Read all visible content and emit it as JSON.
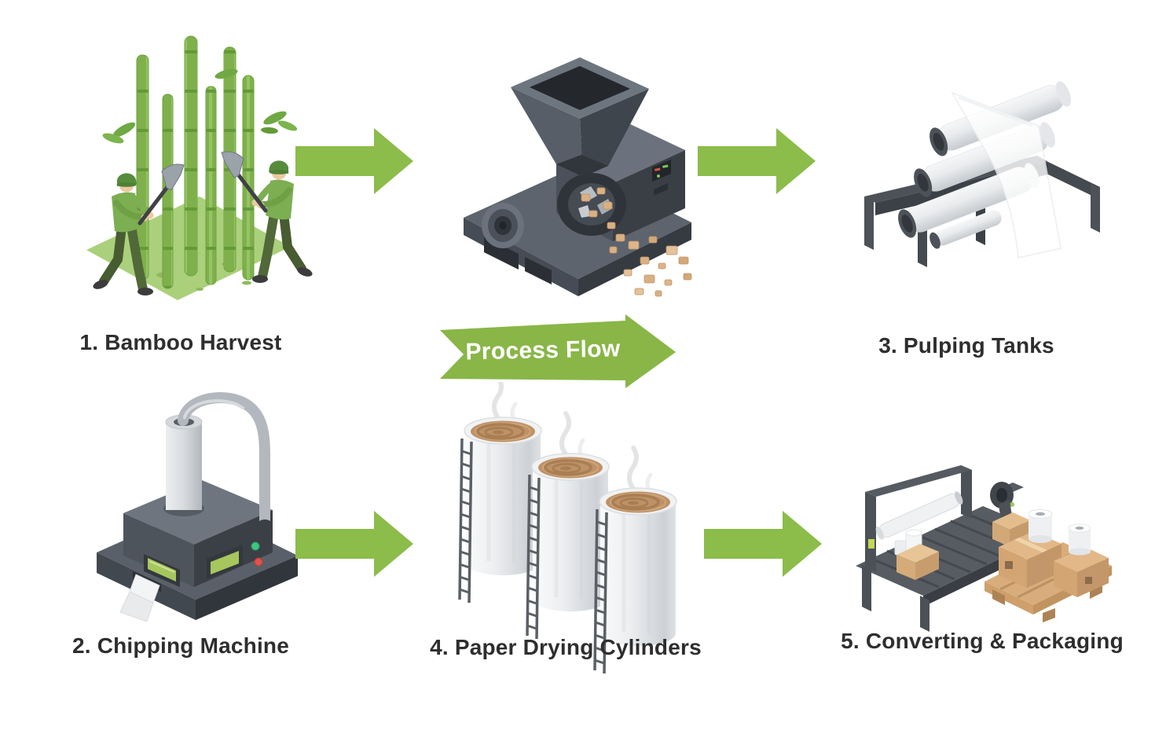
{
  "banner": {
    "label": "Process Flow"
  },
  "steps": [
    {
      "label": "1. Bamboo Harvest",
      "icon": "bamboo-harvest-icon"
    },
    {
      "label": "2. Chipping Machine",
      "icon": "chipping-machine-icon"
    },
    {
      "label": "3. Pulping Tanks",
      "icon": "pulping-tanks-icon"
    },
    {
      "label": "4. Paper Drying Cylinders",
      "icon": "paper-drying-cylinders-icon"
    },
    {
      "label": "5. Converting & Packaging",
      "icon": "converting-packaging-icon"
    }
  ],
  "colors": {
    "arrow_green": "#8cbc4a",
    "banner_green": "#89b647",
    "bamboo_green": "#7fb04c",
    "ground_green": "#abd07c",
    "machine_gray": "#4b515a",
    "pulp_brown": "#bf9166",
    "cardboard_tan": "#d9ad7b",
    "label_text": "#2e2e2e",
    "background": "#ffffff"
  }
}
